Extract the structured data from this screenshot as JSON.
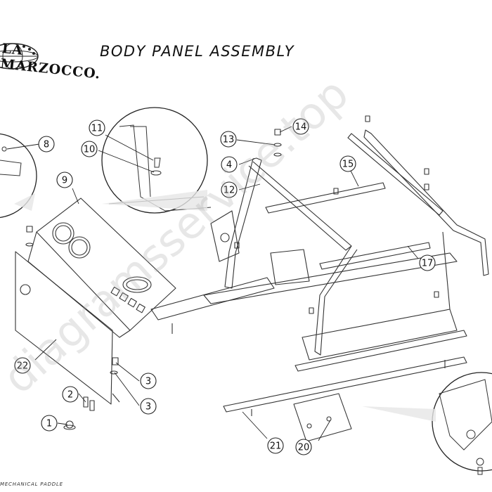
{
  "header": {
    "logo_text": "LA MARZOCCO.",
    "title": "BODY PANEL ASSEMBLY"
  },
  "footer": {
    "note": "MECHANICAL PADDLE"
  },
  "watermark": "diagramsservice.top",
  "callouts": [
    {
      "number": "1"
    },
    {
      "number": "2"
    },
    {
      "number": "3"
    },
    {
      "number": "3"
    },
    {
      "number": "4"
    },
    {
      "number": "8"
    },
    {
      "number": "9"
    },
    {
      "number": "10"
    },
    {
      "number": "11"
    },
    {
      "number": "12"
    },
    {
      "number": "13"
    },
    {
      "number": "14"
    },
    {
      "number": "15"
    },
    {
      "number": "17"
    },
    {
      "number": "20"
    },
    {
      "number": "21"
    },
    {
      "number": "22"
    }
  ],
  "colors": {
    "line": "#333333",
    "callout_stroke": "#222222",
    "background": "#ffffff"
  }
}
